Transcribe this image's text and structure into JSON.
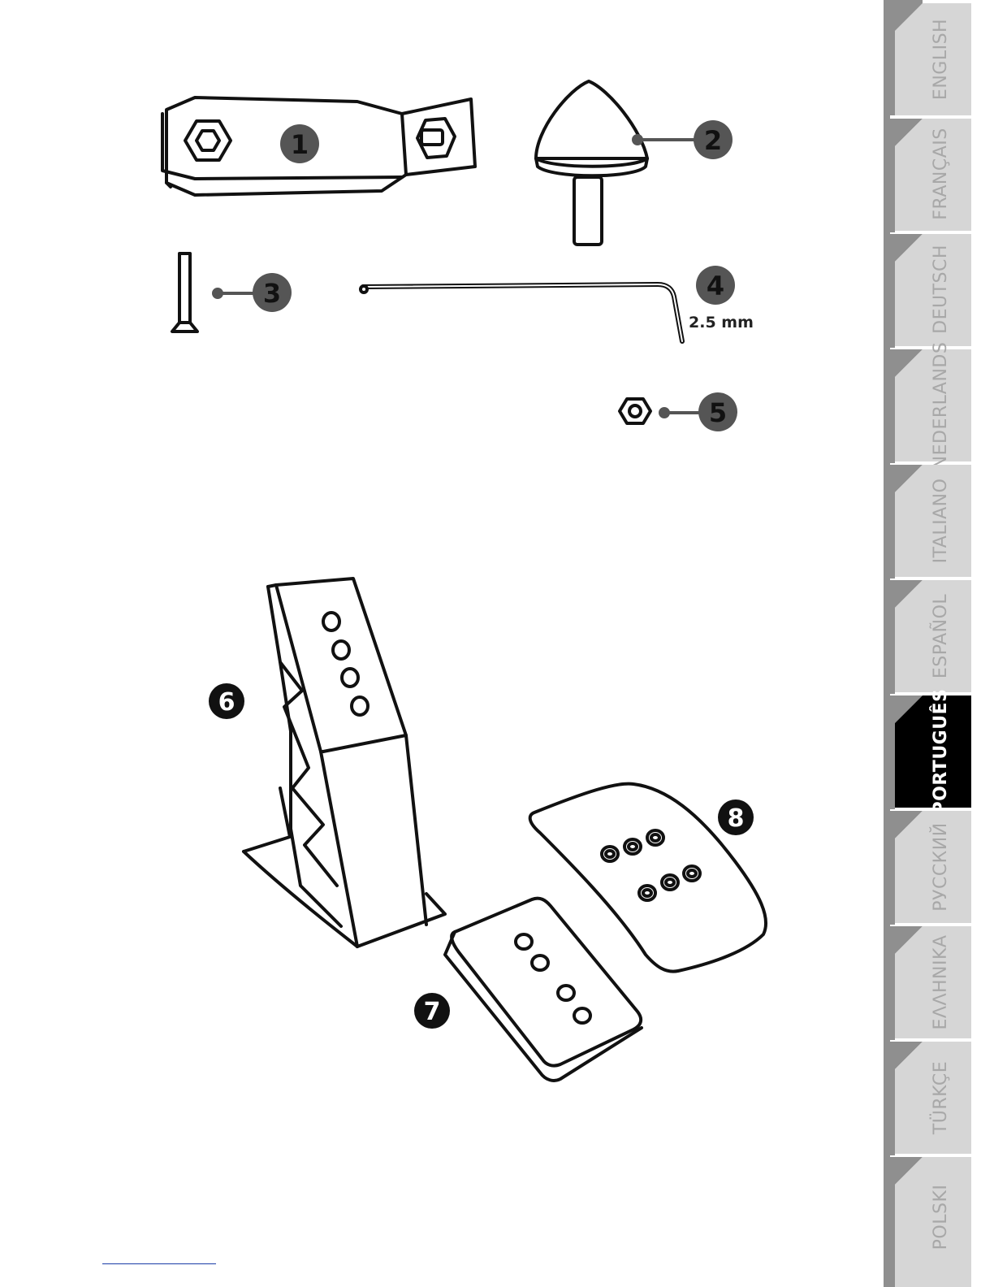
{
  "parts": [
    {
      "number": "1",
      "name": "clamp"
    },
    {
      "number": "2",
      "name": "cone"
    },
    {
      "number": "3",
      "name": "screw"
    },
    {
      "number": "4",
      "name": "hex key",
      "size_label": "2.5 mm"
    },
    {
      "number": "5",
      "name": "nut"
    },
    {
      "number": "6",
      "name": "pedal arm"
    },
    {
      "number": "7",
      "name": "small pedal plate"
    },
    {
      "number": "8",
      "name": "large pedal plate"
    }
  ],
  "language_tabs": [
    {
      "label": "ENGLISH",
      "active": false
    },
    {
      "label": "FRANÇAIS",
      "active": false
    },
    {
      "label": "DEUTSCH",
      "active": false
    },
    {
      "label": "NEDERLANDS",
      "active": false
    },
    {
      "label": "ITALIANO",
      "active": false
    },
    {
      "label": "ESPAÑOL",
      "active": false
    },
    {
      "label": "PORTUGUÊS",
      "active": true
    },
    {
      "label": "РУССКИЙ",
      "active": false
    },
    {
      "label": "ΕΛΛΗΝΙΚΑ",
      "active": false
    },
    {
      "label": "TÜRKÇE",
      "active": false
    },
    {
      "label": "POLSKI",
      "active": false
    }
  ],
  "colors": {
    "badge_gray": "#555555",
    "badge_black": "#111111",
    "tab_inactive": "#d6d6d6",
    "tab_text_inactive": "#a8a8a8",
    "tab_active": "#000000",
    "tab_text_active": "#ffffff",
    "footer_link": "#1a3da8"
  }
}
